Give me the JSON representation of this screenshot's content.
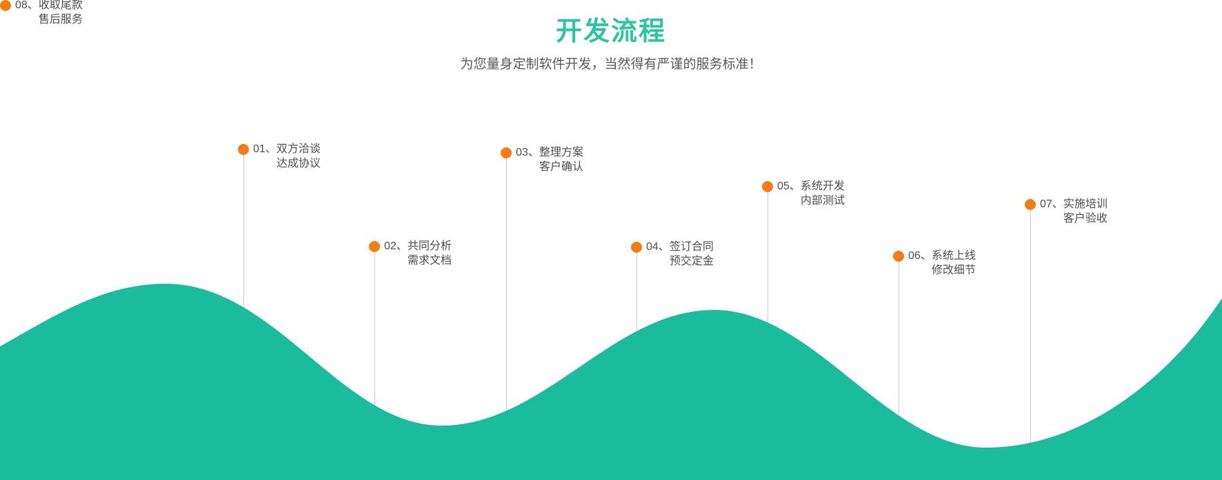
{
  "header": {
    "title": "开发流程",
    "subtitle": "为您量身定制软件开发，当然得有严谨的服务标准！"
  },
  "steps": [
    {
      "num": "01、",
      "line1": "双方洽谈",
      "line2": "达成协议"
    },
    {
      "num": "02、",
      "line1": "共同分析",
      "line2": "需求文档"
    },
    {
      "num": "03、",
      "line1": "整理方案",
      "line2": "客户确认"
    },
    {
      "num": "04、",
      "line1": "签订合同",
      "line2": "预交定金"
    },
    {
      "num": "05、",
      "line1": "系统开发",
      "line2": "内部测试"
    },
    {
      "num": "06、",
      "line1": "系统上线",
      "line2": "修改细节"
    },
    {
      "num": "07、",
      "line1": "实施培训",
      "line2": "客户验收"
    },
    {
      "num": "08、",
      "line1": "收取尾款",
      "line2": "售后服务"
    }
  ],
  "colors": {
    "title_green": "#2ec3a3",
    "wave_green": "#1abc9c",
    "dot_orange": "#f57b14",
    "connector_gray": "#cccccc",
    "step_text_gray": "#4d4d4d",
    "subtitle_gray": "#595959"
  }
}
